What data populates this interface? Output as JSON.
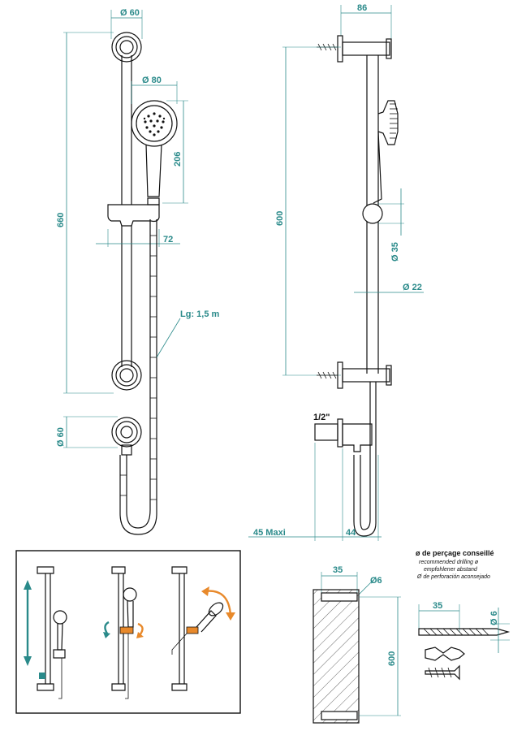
{
  "dimensions": {
    "wall_bracket_diameter": "Ø 60",
    "handshower_diameter": "Ø 80",
    "handshower_length": "206",
    "bar_total_height": "660",
    "slider_offset": "72",
    "hose_length": "Lg: 1,5 m",
    "outlet_diameter": "Ø 60",
    "side_depth": "86",
    "side_height": "600",
    "knob_diameter": "Ø 35",
    "bar_diameter": "Ø 22",
    "thread_size": "1/2\"",
    "max_offset": "45  Maxi",
    "outlet_depth": "44",
    "drill_block_width": "35",
    "drill_hole_diameter": "Ø6",
    "drill_spacing": "600",
    "drill_bit_length": "35",
    "drill_bit_diameter": "Ø 6"
  },
  "drilling_note": {
    "title": "ø de perçage conseillé",
    "english": "recommended drilling ø",
    "german": "empfohlener abstand",
    "spanish": "Ø de perforación aconsejado"
  },
  "colors": {
    "dimension": "#2a8a8a",
    "line": "#111111",
    "accent_arrow": "#e8892b",
    "hatch": "#444444"
  }
}
